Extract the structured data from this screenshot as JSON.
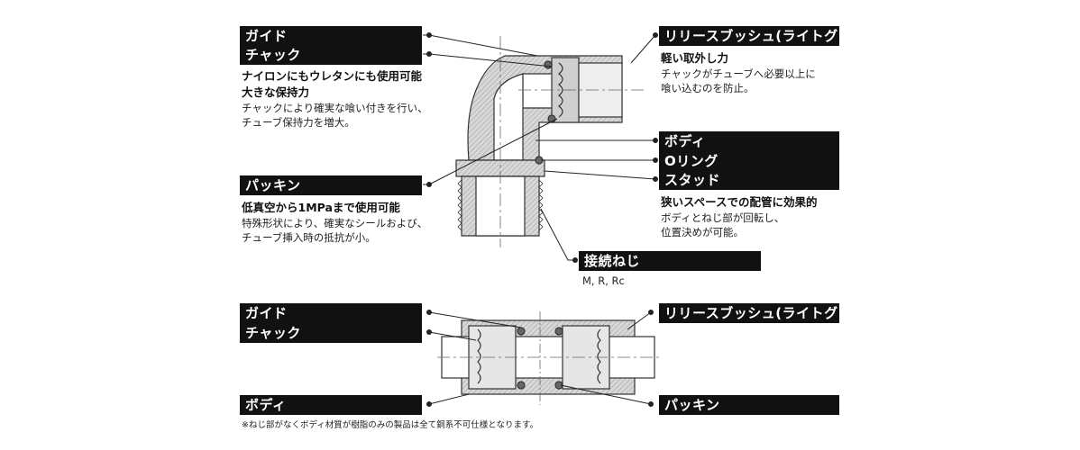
{
  "top": {
    "tags": {
      "guide": "ガイド",
      "chuck": "チャック",
      "packing": "パッキン",
      "release_bush": "リリースブッシュ(ライトグレー)",
      "body": "ボディ",
      "o_ring": "Oリング",
      "stud": "スタッド",
      "connection_thread": "接続ねじ"
    },
    "chuck_desc": {
      "heading_1": "ナイロンにもウレタンにも使用可能",
      "heading_2": "大きな保持力",
      "text_1": "チャックにより確実な喰い付きを行い、",
      "text_2": "チューブ保持力を増大。"
    },
    "packing_desc": {
      "heading": "低真空から1MPaまで使用可能",
      "text_1": "特殊形状により、確実なシールおよび、",
      "text_2": "チューブ挿入時の抵抗が小。"
    },
    "release_desc": {
      "heading": "軽い取外し力",
      "text_1": "チャックがチューブへ必要以上に",
      "text_2": "喰い込むのを防止。"
    },
    "stud_desc": {
      "heading": "狭いスペースでの配管に効果的",
      "text_1": "ボディとねじ部が回転し、",
      "text_2": "位置決めが可能。"
    },
    "thread_types": "M, R, Rc"
  },
  "bottom": {
    "tags": {
      "guide": "ガイド",
      "chuck": "チャック",
      "body": "ボディ",
      "release_bush": "リリースブッシュ(ライトグレー)",
      "packing": "パッキン"
    },
    "footnote": "※ねじ部がなくボディ材質が樹脂のみの製品は全て銅系不可仕様となります。"
  }
}
